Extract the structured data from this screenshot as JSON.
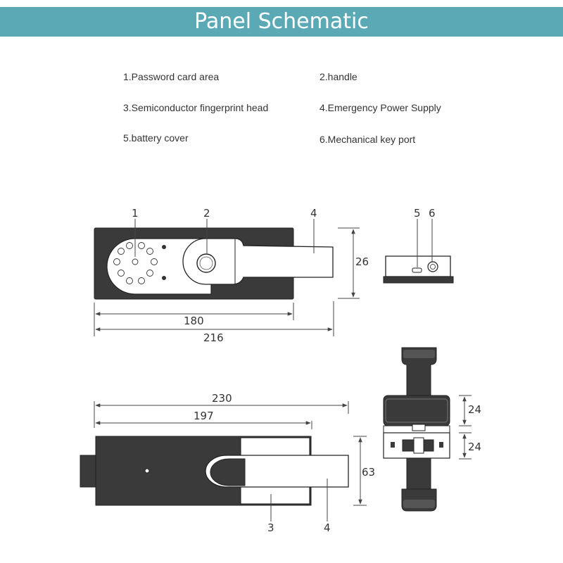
{
  "header": {
    "title": "Panel Schematic"
  },
  "legend": [
    "1.Password card area",
    "2.handle",
    "3.Semiconductor fingerprint head",
    "4.Emergency Power Supply",
    "5.battery cover",
    "6.Mechanical key port"
  ],
  "callouts": {
    "front_1": "1",
    "front_2": "2",
    "front_4": "4",
    "side_5": "5",
    "side_6": "6",
    "back_3": "3",
    "back_4": "4"
  },
  "dimensions": {
    "front_height": "26",
    "front_width_inner": "180",
    "front_width_total": "216",
    "back_width_total": "230",
    "back_width_inner": "197",
    "back_height": "63",
    "side_upper": "24",
    "side_lower": "24"
  },
  "colors": {
    "banner": "#5aa9b4",
    "lock_body": "#3a3a3a"
  }
}
